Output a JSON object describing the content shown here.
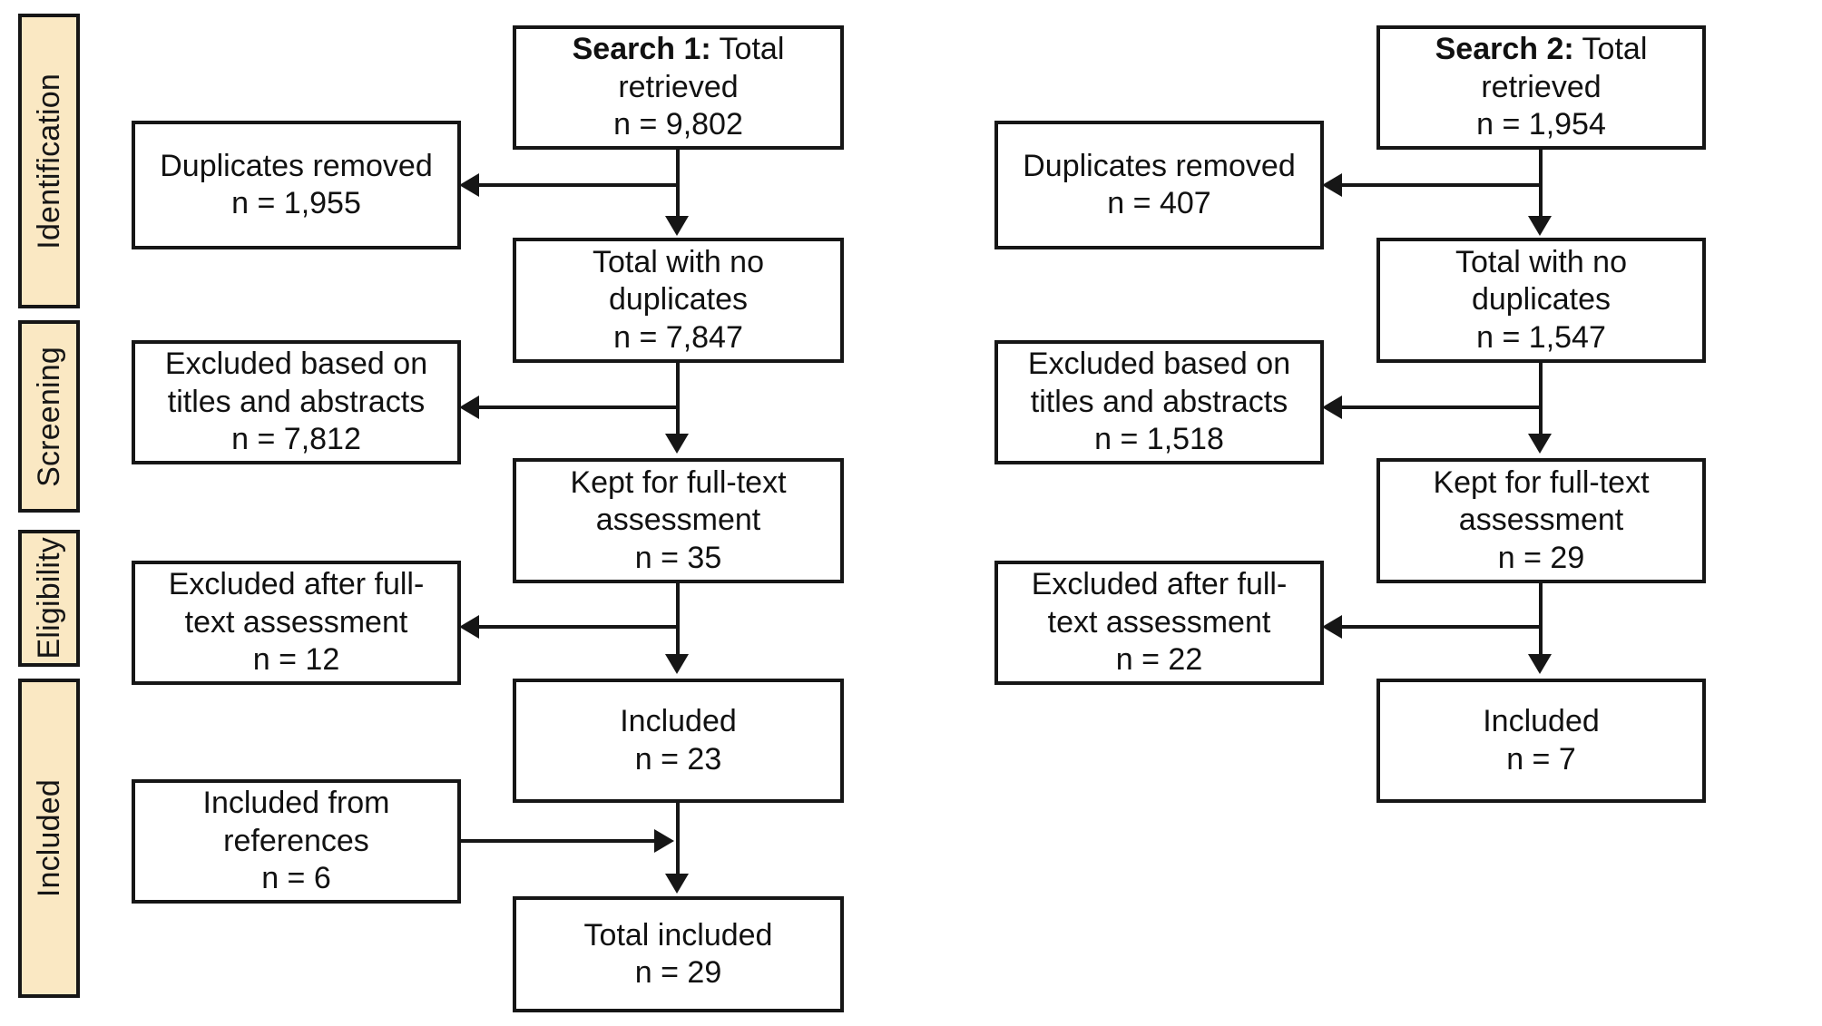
{
  "diagram": {
    "type": "prisma-flow-diagram",
    "colors": {
      "stage_bar_fill": "#FAE8C3",
      "stroke": "#161616",
      "node_fill": "#FFFFFF",
      "text": "#111111"
    },
    "stages": [
      {
        "id": "identification",
        "label": "Identification"
      },
      {
        "id": "screening",
        "label": "Screening"
      },
      {
        "id": "eligibility",
        "label": "Eligibility"
      },
      {
        "id": "included",
        "label": "Included"
      }
    ],
    "columns": [
      {
        "id": "search-1",
        "search_label": "Search 1:",
        "nodes": {
          "total_retrieved": {
            "title_bold": "Search 1:",
            "title_rest": " Total",
            "line2": "retrieved",
            "count": "n = 9,802"
          },
          "duplicates": {
            "line1": "Duplicates removed",
            "count": "n = 1,955"
          },
          "no_duplicates": {
            "line1": "Total with no",
            "line2": "duplicates",
            "count": "n = 7,847"
          },
          "excluded_titles": {
            "line1": "Excluded based on",
            "line2": "titles and abstracts",
            "count": "n = 7,812"
          },
          "kept_fulltext": {
            "line1": "Kept for full-text",
            "line2": "assessment",
            "count": "n = 35"
          },
          "excluded_fulltext": {
            "line1": "Excluded after full-",
            "line2": "text assessment",
            "count": "n = 12"
          },
          "included": {
            "line1": "Included",
            "count": "n = 23"
          },
          "from_references": {
            "line1": "Included from",
            "line2": "references",
            "count": "n = 6"
          },
          "total_included": {
            "line1": "Total included",
            "count": "n = 29"
          }
        }
      },
      {
        "id": "search-2",
        "search_label": "Search 2:",
        "nodes": {
          "total_retrieved": {
            "title_bold": "Search 2:",
            "title_rest": " Total",
            "line2": "retrieved",
            "count": "n = 1,954"
          },
          "duplicates": {
            "line1": "Duplicates removed",
            "count": "n = 407"
          },
          "no_duplicates": {
            "line1": "Total with no",
            "line2": "duplicates",
            "count": "n = 1,547"
          },
          "excluded_titles": {
            "line1": "Excluded based on",
            "line2": "titles and abstracts",
            "count": "n = 1,518"
          },
          "kept_fulltext": {
            "line1": "Kept for full-text",
            "line2": "assessment",
            "count": "n = 29"
          },
          "excluded_fulltext": {
            "line1": "Excluded after full-",
            "line2": "text assessment",
            "count": "n = 22"
          },
          "included": {
            "line1": "Included",
            "count": "n = 7"
          }
        }
      }
    ]
  }
}
